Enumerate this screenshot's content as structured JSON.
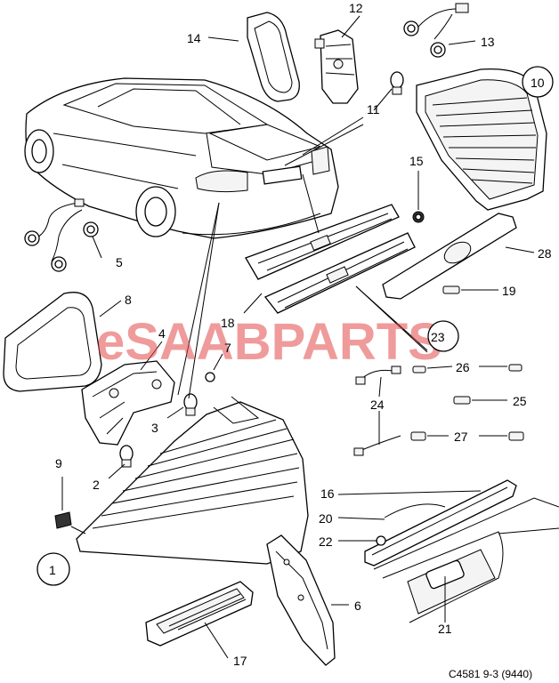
{
  "diagram": {
    "watermark": "eSAABPARTS",
    "reference": "C4581 9-3 (9440)",
    "labels": {
      "p1": "1",
      "p2": "2",
      "p3": "3",
      "p4": "4",
      "p5": "5",
      "p6": "6",
      "p7": "7",
      "p8": "8",
      "p9": "9",
      "p10": "10",
      "p11": "11",
      "p12": "12",
      "p13": "13",
      "p14": "14",
      "p15": "15",
      "p16": "16",
      "p17": "17",
      "p18": "18",
      "p19": "19",
      "p20": "20",
      "p21": "21",
      "p22": "22",
      "p23": "23",
      "p24": "24",
      "p25": "25",
      "p26": "26",
      "p27": "27",
      "p28": "28"
    }
  }
}
